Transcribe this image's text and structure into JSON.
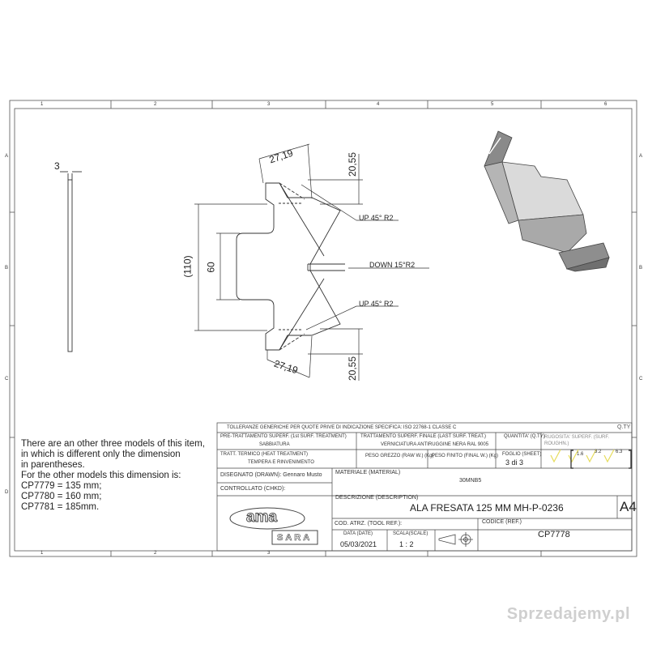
{
  "frame": {
    "col_labels": [
      "1",
      "2",
      "3",
      "4",
      "5",
      "6"
    ],
    "row_labels": [
      "A",
      "B",
      "C",
      "D"
    ]
  },
  "dimensions": {
    "thickness": "3",
    "top_angle_len": "27,19",
    "top_height": "20,55",
    "bottom_angle_len": "27,19",
    "bottom_height": "20,55",
    "overall": "(110)",
    "inner": "60"
  },
  "bend_notes": {
    "up_top": "UP 45° R2",
    "down": "DOWN 15°R2",
    "up_bottom": "UP 45° R2"
  },
  "note_text": [
    "There are an other three models of this item,",
    "in which is different only the dimension",
    "in parentheses.",
    "For the other models this dimension is:",
    "CP7779 = 135 mm;",
    "CP7780 = 160 mm;",
    "CP7781 = 185mm."
  ],
  "title_block": {
    "tolerance": "TOLLERANZE GENERICHE PER QUOTE PRIVE DI INDICAZIONE SPECIFICA: ISO 22768-1 CLASSE C",
    "qty_label": "Q.TY",
    "pretreat_label": "PRE-TRATTAMENTO SUPERF. (1st SURF. TREATMENT)",
    "pretreat_value": "SABBIATURA",
    "final_treat_label": "TRATTAMENTO SUPERF. FINALE (LAST SURF. TREAT.)",
    "final_treat_value": "VERNICIATURA ANTIRUGGINE NERA RAL 9005",
    "quantity_label": "QUANTITA' (Q.TY)",
    "roughness_label": "RUGOSITA' SUPERF. (SURF. ROUGHN.)",
    "roughness_values": [
      "1.6",
      "3.2",
      "6.3"
    ],
    "heat_label": "TRATT. TERMICO (HEAT TREATMENT)",
    "heat_value": "TEMPERA E RINVENIMENTO",
    "raw_weight_label": "PESO GREZZO (RAW W.) (Kg)",
    "finish_weight_label": "PESO FINITO (FINAL W.) (Kg)",
    "sheet_label": "FOGLIO (SHEET)",
    "sheet_value": "3 di 3",
    "drawn": "DISEGNATO (DRAWN): Gennaro Musto",
    "material_label": "MATERIALE (MATERIAL)",
    "material_value": "30MNB5",
    "checked": "CONTROLLATO (CHKD):",
    "description_label": "DESCRIZIONE (DESCRIPTION)",
    "description_value": "ALA FRESATA 125 MM MH-P-0236",
    "format": "A4",
    "cod_atrz": "COD. ATRZ. (TOOL REF.):",
    "code_label": "CODICE (REF.)",
    "code_value": "CP7778",
    "date_label": "DATA (DATE)",
    "date_value": "05/03/2021",
    "scale_label": "SCALA(SCALE)",
    "scale_value": "1 : 2",
    "logo_top": "ama",
    "logo_bottom": "SARA"
  },
  "watermark": "Sprzedajemy.pl"
}
